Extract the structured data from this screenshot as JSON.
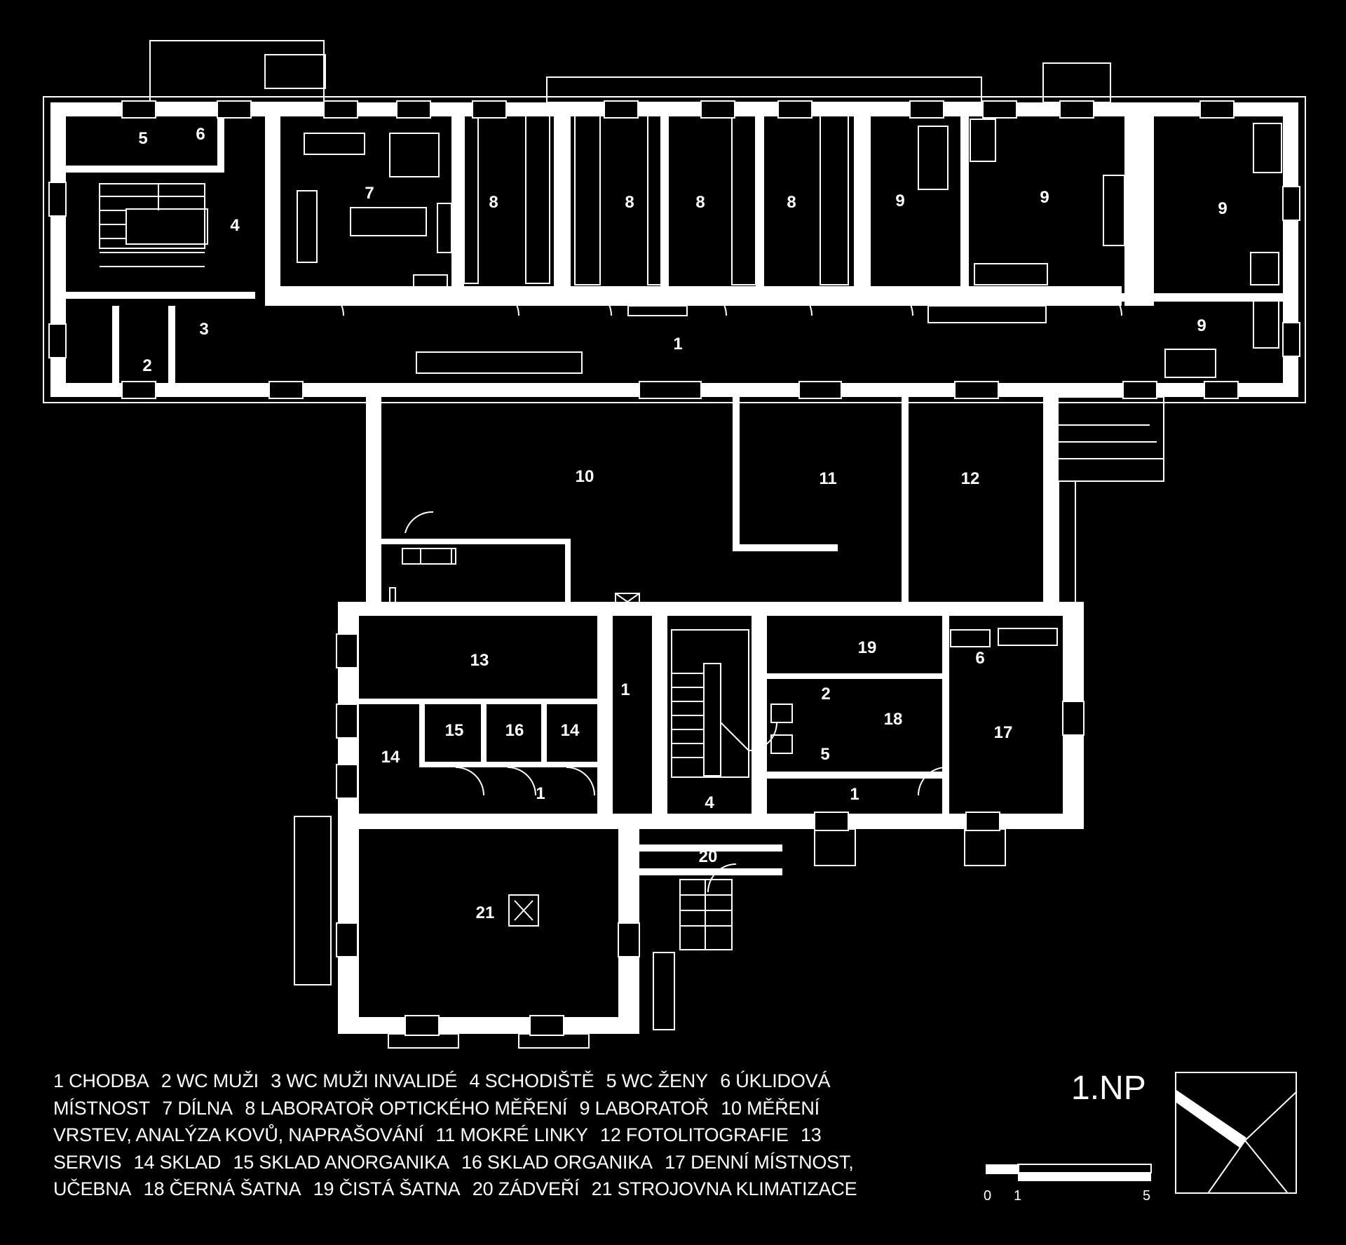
{
  "floor_label": "1.NP",
  "scale": {
    "labels": [
      "0",
      "1",
      "5"
    ]
  },
  "colors": {
    "background": "#000000",
    "wall": "#ffffff",
    "line": "#ffffff"
  },
  "rooms": {
    "r1": "1",
    "r2": "2",
    "r3": "3",
    "r4": "4",
    "r5": "5",
    "r6": "6",
    "r7": "7",
    "r8": "8",
    "r9": "9",
    "r10": "10",
    "r11": "11",
    "r12": "12",
    "r13": "13",
    "r14": "14",
    "r15": "15",
    "r16": "16",
    "r17": "17",
    "r18": "18",
    "r19": "19",
    "r20": "20",
    "r21": "21"
  },
  "legend": [
    [
      "1 CHODBA",
      "2 WC MUŽI",
      "3 WC MUŽI INVALIDÉ",
      "4 SCHODIŠTĚ",
      "5 WC ŽENY",
      "6 ÚKLIDOVÁ"
    ],
    [
      "MÍSTNOST",
      "7 DÍLNA",
      "8 LABORATOŘ OPTICKÉHO MĚŘENÍ",
      "9 LABORATOŘ",
      "10 MĚŘENÍ"
    ],
    [
      "VRSTEV, ANALÝZA KOVŮ, NAPRAŠOVÁNÍ",
      "11 MOKRÉ LINKY",
      "12 FOTOLITOGRAFIE",
      "13"
    ],
    [
      "SERVIS",
      "14 SKLAD",
      "15 SKLAD ANORGANIKA",
      "16 SKLAD ORGANIKA",
      "17 DENNÍ MÍSTNOST,"
    ],
    [
      "UČEBNA",
      "18 ČERNÁ ŠATNA",
      "19 ČISTÁ ŠATNA",
      "20 ZÁDVEŘÍ",
      "21 STROJOVNA KLIMATIZACE"
    ]
  ]
}
